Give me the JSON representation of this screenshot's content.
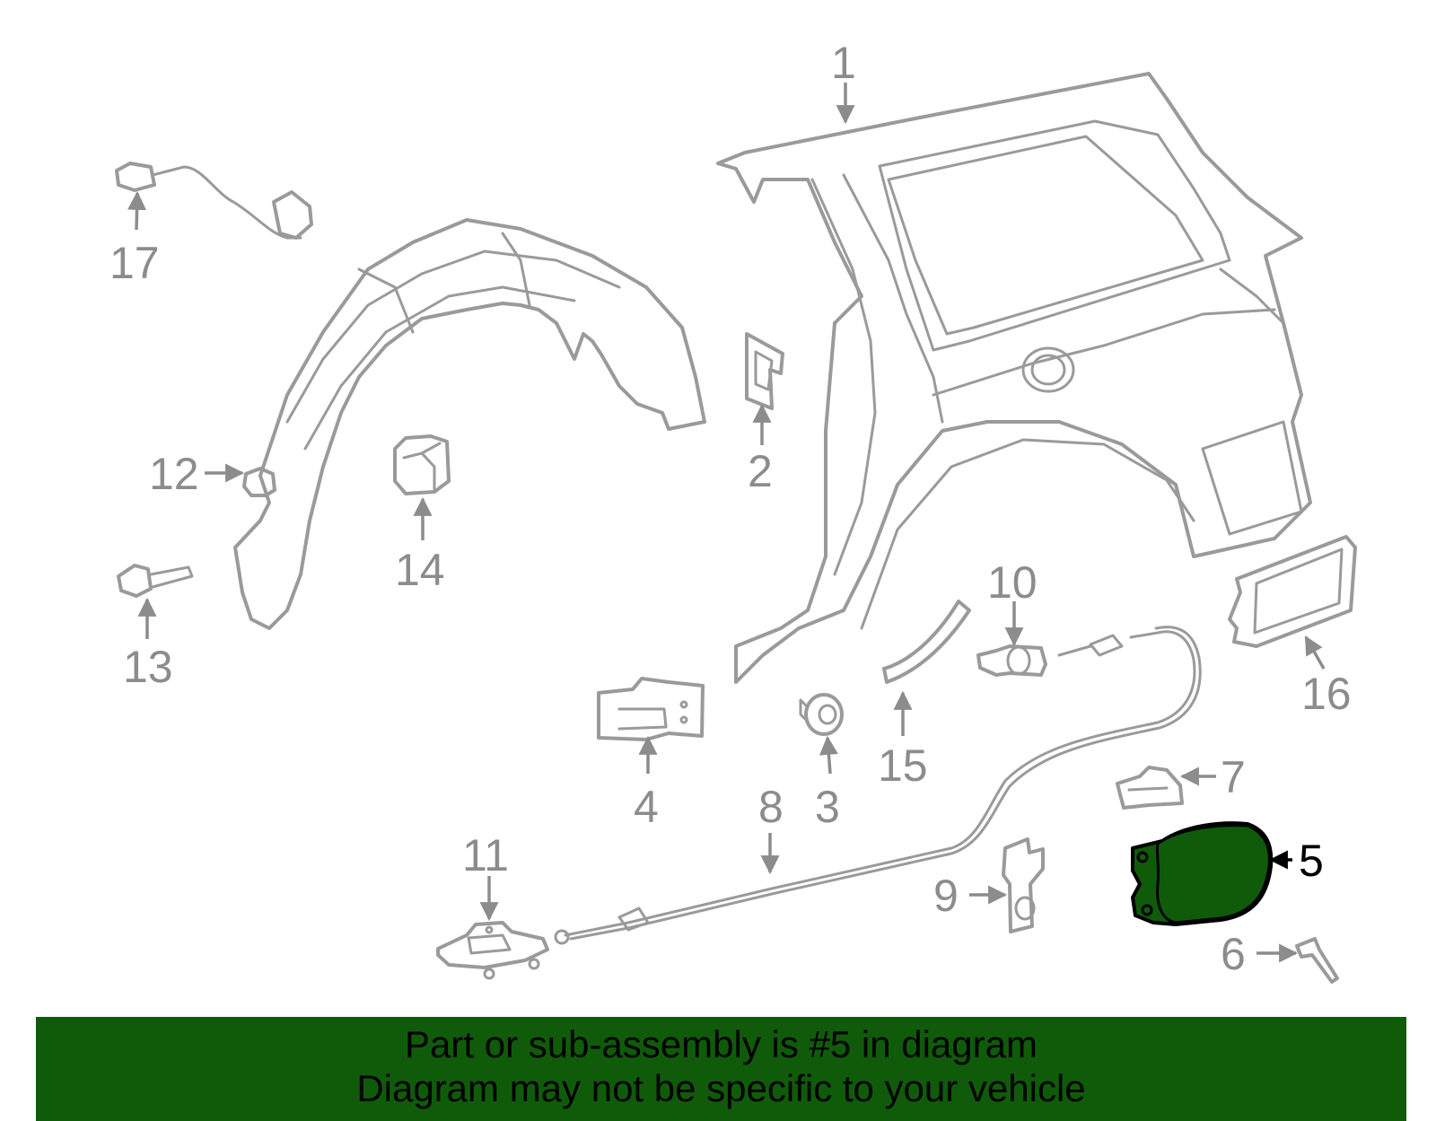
{
  "callouts": {
    "c1": "1",
    "c2": "2",
    "c3": "3",
    "c4": "4",
    "c5": "5",
    "c6": "6",
    "c7": "7",
    "c8": "8",
    "c9": "9",
    "c10": "10",
    "c11": "11",
    "c12": "12",
    "c13": "13",
    "c14": "14",
    "c15": "15",
    "c16": "16",
    "c17": "17"
  },
  "highlight_part": "5",
  "colors": {
    "highlight_fill": "#0f5b0a",
    "part_stroke": "#9a9a9a",
    "banner_bg": "#0f5b0a"
  },
  "banner": {
    "line1": "Part or sub-assembly is #5 in diagram",
    "line2": "Diagram may not be specific to your vehicle"
  }
}
